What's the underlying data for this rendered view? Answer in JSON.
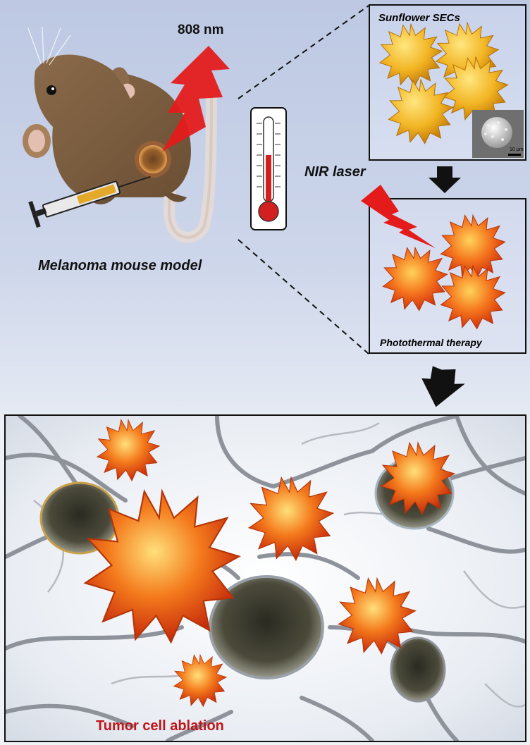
{
  "labels": {
    "wavelength": "808 nm",
    "model": "Melanoma mouse model",
    "sunflower": "Sunflower SECs",
    "scale": "10 μm",
    "nir": "NIR laser",
    "ptt": "Photothermal therapy",
    "ablation": "Tumor cell ablation"
  },
  "colors": {
    "laser": "#e41b1b",
    "pollen_yellow": "#f2b524",
    "pollen_fire": "#f4731c",
    "ablation_text": "#c0161a",
    "thermometer": "#d21f1f"
  },
  "icons": [
    "mouse-icon",
    "syringe-icon",
    "thermometer-icon",
    "lightning-bolt-icon",
    "pollen-icon",
    "sem-inset-icon",
    "arrow-down-icon",
    "tumor-cell-icon"
  ]
}
